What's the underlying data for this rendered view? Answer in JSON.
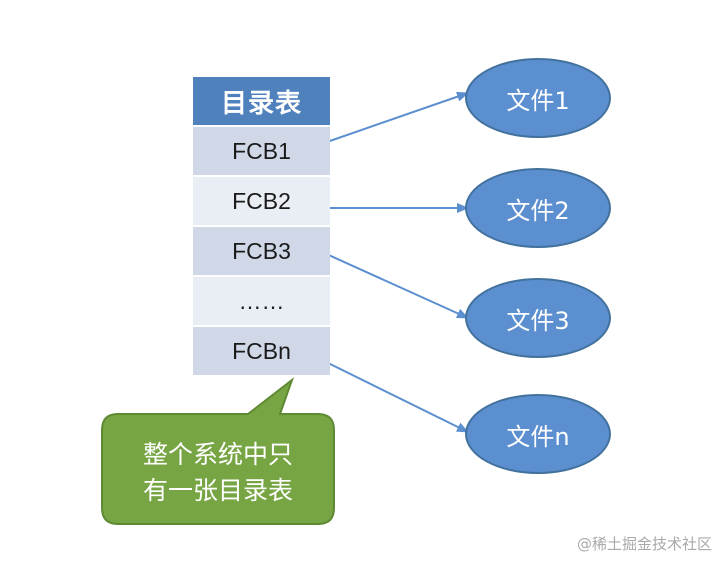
{
  "directory_table": {
    "header": "目录表",
    "rows": [
      "FCB1",
      "FCB2",
      "FCB3",
      "……",
      "FCBn"
    ]
  },
  "files": [
    "文件1",
    "文件2",
    "文件3",
    "文件n"
  ],
  "callout": {
    "line1": "整个系统中只",
    "line2": "有一张目录表"
  },
  "watermark": "@稀土掘金技术社区",
  "colors": {
    "header_fill": "#4f81bd",
    "row_dark": "#d0d8e8",
    "row_light": "#e9edf4",
    "ellipse_fill": "#5b8fcf",
    "arrow": "#5b8fcf",
    "callout_fill": "#77a544"
  }
}
